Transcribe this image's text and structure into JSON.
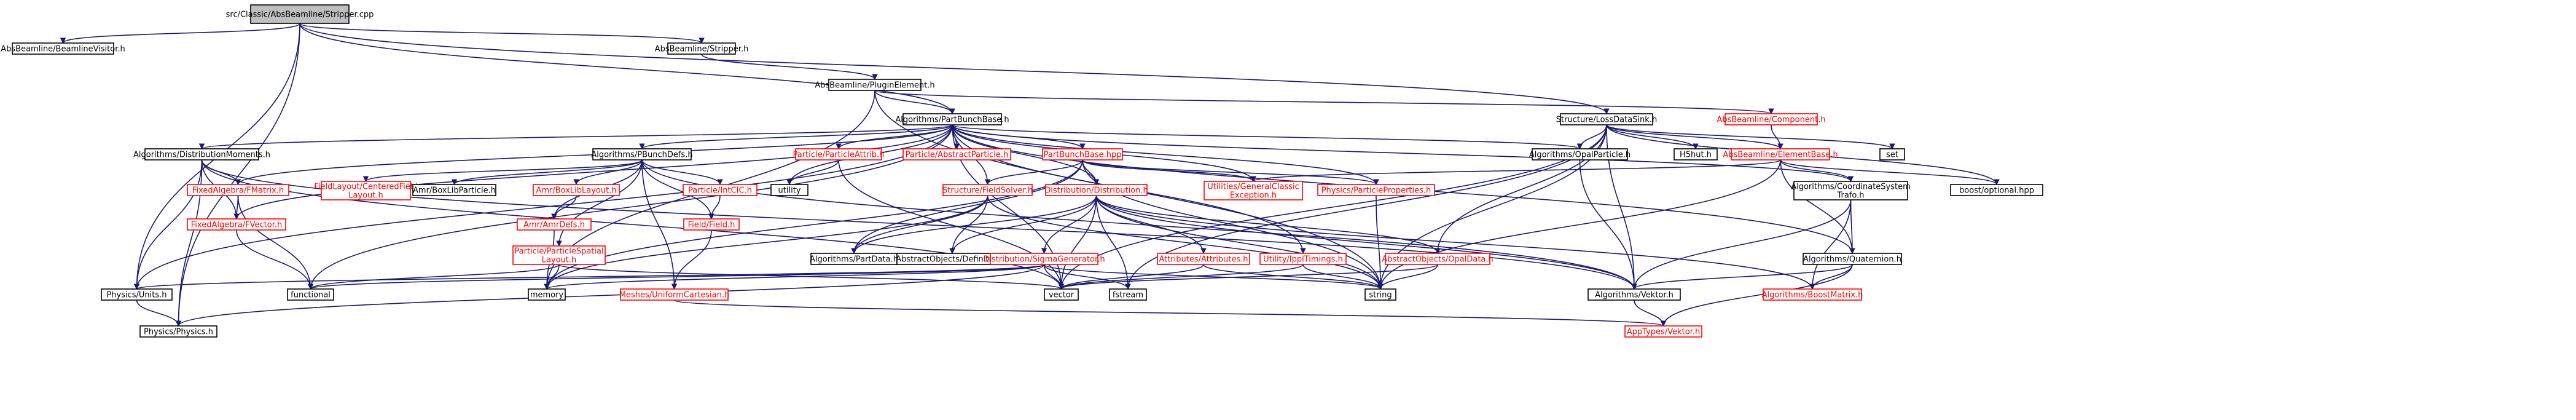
{
  "palette": {
    "edge": "#191970",
    "box_border": "#000000",
    "missing_border": "#ff0000",
    "missing_text": "#ff0000",
    "root_fill": "#bfbfbf",
    "node_fill": "#ffffff",
    "text": "#000000"
  },
  "nodes": {
    "root": "src/Classic/AbsBeamline/Stripper.cpp",
    "bvisitor": "AbsBeamline/BeamlineVisitor.h",
    "stripper_h": "AbsBeamline/Stripper.h",
    "plugin": "AbsBeamline/PluginElement.h",
    "partbunchbase": "Algorithms/PartBunchBase.h",
    "lossdatasink": "Structure/LossDataSink.h",
    "component": "AbsBeamline/Component.h",
    "distmoments": "Algorithms/DistributionMoments.h",
    "pbunchdefs": "Algorithms/PBunchDefs.h",
    "particleattrib": "Particle/ParticleAttrib.h",
    "abstractparticle": "Particle/AbstractParticle.h",
    "partbunchbase_hpp": "PartBunchBase.hpp",
    "opalparticle": "Algorithms/OpalParticle.h",
    "h5hut": "H5hut.h",
    "elementbase": "AbsBeamline/ElementBase.h",
    "set": "set",
    "fmatrix": "FixedAlgebra/FMatrix.h",
    "fieldlayout": "FieldLayout/CenteredField\nLayout.h",
    "amrboxlibparticle": "Amr/BoxLibParticle.h",
    "amrboxliblayout": "Amr/BoxLibLayout.h",
    "particleintcic": "Particle/IntCIC.h",
    "utility": "utility",
    "fieldsolver": "Structure/FieldSolver.h",
    "distribution": "Distribution/Distribution.h",
    "generalexception": "Utilities/GeneralClassic\nException.h",
    "particleproperties": "Physics/ParticleProperties.h",
    "coordsystem": "Algorithms/CoordinateSystem\nTrafo.h",
    "boostoptional": "boost/optional.hpp",
    "fvector": "FixedAlgebra/FVector.h",
    "amrdefs": "Amr/AmrDefs.h",
    "particlespatial": "Particle/ParticleSpatial\nLayout.h",
    "field": "Field/Field.h",
    "partdata": "Algorithms/PartData.h",
    "objdefinition": "AbstractObjects/Definition.h",
    "sigmagenerator": "Distribution/SigmaGenerator.h",
    "attributes": "Attributes/Attributes.h",
    "ipplinfo": "Utility/IpplTimings.h",
    "opaldata": "AbstractObjects/OpalData.h",
    "quaternion": "Algorithms/Quaternion.h",
    "physicsunits": "Physics/Units.h",
    "functional": "functional",
    "memory": "memory",
    "uniformcartesian": "Meshes/UniformCartesian.h",
    "vector": "vector",
    "fstream": "fstream",
    "string": "string",
    "vektor": "Algorithms/Vektor.h",
    "boostmatrix": "Algorithms/BoostMatrix.h",
    "physics": "Physics/Physics.h",
    "apptypesvektor": "AppTypes/Vektor.h"
  },
  "missing_files": [
    "component",
    "particleattrib",
    "abstractparticle",
    "partbunchbase_hpp",
    "elementbase",
    "fmatrix",
    "fieldlayout",
    "amrboxliblayout",
    "particleintcic",
    "fieldsolver",
    "distribution",
    "generalexception",
    "particleproperties",
    "fvector",
    "amrdefs",
    "particlespatial",
    "field",
    "sigmagenerator",
    "attributes",
    "ipplinfo",
    "opaldata",
    "uniformcartesian",
    "boostmatrix",
    "apptypesvektor"
  ],
  "edges": [
    [
      "root",
      "bvisitor"
    ],
    [
      "root",
      "stripper_h"
    ],
    [
      "root",
      "partbunchbase"
    ],
    [
      "root",
      "lossdatasink"
    ],
    [
      "root",
      "physicsunits"
    ],
    [
      "root",
      "physics"
    ],
    [
      "stripper_h",
      "plugin"
    ],
    [
      "plugin",
      "component"
    ],
    [
      "plugin",
      "partbunchbase"
    ],
    [
      "plugin",
      "memory"
    ],
    [
      "plugin",
      "string"
    ],
    [
      "partbunchbase",
      "distmoments"
    ],
    [
      "partbunchbase",
      "pbunchdefs"
    ],
    [
      "partbunchbase",
      "particleattrib"
    ],
    [
      "partbunchbase",
      "abstractparticle"
    ],
    [
      "partbunchbase",
      "partbunchbase_hpp"
    ],
    [
      "partbunchbase",
      "opalparticle"
    ],
    [
      "partbunchbase",
      "utility"
    ],
    [
      "partbunchbase",
      "fieldsolver"
    ],
    [
      "partbunchbase",
      "distribution"
    ],
    [
      "partbunchbase",
      "generalexception"
    ],
    [
      "partbunchbase",
      "particleproperties"
    ],
    [
      "partbunchbase",
      "coordsystem"
    ],
    [
      "partbunchbase",
      "quaternion"
    ],
    [
      "partbunchbase",
      "ipplinfo"
    ],
    [
      "partbunchbase",
      "physicsunits"
    ],
    [
      "partbunchbase",
      "vector"
    ],
    [
      "partbunchbase",
      "fmatrix"
    ],
    [
      "partbunchbase",
      "fvector"
    ],
    [
      "partbunchbase",
      "functional"
    ],
    [
      "lossdatasink",
      "opalparticle"
    ],
    [
      "lossdatasink",
      "h5hut"
    ],
    [
      "lossdatasink",
      "elementbase"
    ],
    [
      "lossdatasink",
      "set"
    ],
    [
      "lossdatasink",
      "boostoptional"
    ],
    [
      "lossdatasink",
      "opaldata"
    ],
    [
      "lossdatasink",
      "vektor"
    ],
    [
      "lossdatasink",
      "string"
    ],
    [
      "lossdatasink",
      "fstream"
    ],
    [
      "lossdatasink",
      "vector"
    ],
    [
      "component",
      "elementbase"
    ],
    [
      "elementbase",
      "generalexception"
    ],
    [
      "elementbase",
      "coordsystem"
    ],
    [
      "elementbase",
      "boostoptional"
    ],
    [
      "elementbase",
      "quaternion"
    ],
    [
      "elementbase",
      "string"
    ],
    [
      "distmoments",
      "fmatrix"
    ],
    [
      "distmoments",
      "fvector"
    ],
    [
      "distmoments",
      "physicsunits"
    ],
    [
      "distmoments",
      "physics"
    ],
    [
      "distmoments",
      "vektor"
    ],
    [
      "distmoments",
      "vector"
    ],
    [
      "fmatrix",
      "fvector"
    ],
    [
      "fmatrix",
      "functional"
    ],
    [
      "fvector",
      "functional"
    ],
    [
      "pbunchdefs",
      "fieldlayout"
    ],
    [
      "pbunchdefs",
      "amrboxlibparticle"
    ],
    [
      "pbunchdefs",
      "amrboxliblayout"
    ],
    [
      "pbunchdefs",
      "particleintcic"
    ],
    [
      "pbunchdefs",
      "field"
    ],
    [
      "pbunchdefs",
      "particlespatial"
    ],
    [
      "pbunchdefs",
      "uniformcartesian"
    ],
    [
      "pbunchdefs",
      "amrdefs"
    ],
    [
      "pbunchdefs",
      "vektor"
    ],
    [
      "amrboxliblayout",
      "amrdefs"
    ],
    [
      "amrdefs",
      "memory"
    ],
    [
      "particleintcic",
      "field"
    ],
    [
      "field",
      "uniformcartesian"
    ],
    [
      "particlespatial",
      "memory"
    ],
    [
      "particlespatial",
      "functional"
    ],
    [
      "particlespatial",
      "vector"
    ],
    [
      "uniformcartesian",
      "apptypesvektor"
    ],
    [
      "particleattrib",
      "utility"
    ],
    [
      "particleattrib",
      "vector"
    ],
    [
      "partbunchbase_hpp",
      "fieldsolver"
    ],
    [
      "partbunchbase_hpp",
      "distribution"
    ],
    [
      "partbunchbase_hpp",
      "generalexception"
    ],
    [
      "partbunchbase_hpp",
      "particleproperties"
    ],
    [
      "partbunchbase_hpp",
      "partdata"
    ],
    [
      "partbunchbase_hpp",
      "string"
    ],
    [
      "partbunchbase_hpp",
      "memory"
    ],
    [
      "fieldsolver",
      "objdefinition"
    ],
    [
      "fieldsolver",
      "partdata"
    ],
    [
      "fieldsolver",
      "memory"
    ],
    [
      "fieldsolver",
      "string"
    ],
    [
      "distribution",
      "sigmagenerator"
    ],
    [
      "distribution",
      "attributes"
    ],
    [
      "distribution",
      "opaldata"
    ],
    [
      "distribution",
      "partdata"
    ],
    [
      "distribution",
      "objdefinition"
    ],
    [
      "distribution",
      "vector"
    ],
    [
      "distribution",
      "fstream"
    ],
    [
      "distribution",
      "string"
    ],
    [
      "distribution",
      "vektor"
    ],
    [
      "distribution",
      "boostmatrix"
    ],
    [
      "sigmagenerator",
      "physicsunits"
    ],
    [
      "sigmagenerator",
      "physics"
    ],
    [
      "sigmagenerator",
      "functional"
    ],
    [
      "sigmagenerator",
      "vector"
    ],
    [
      "sigmagenerator",
      "fstream"
    ],
    [
      "sigmagenerator",
      "string"
    ],
    [
      "sigmagenerator",
      "memory"
    ],
    [
      "attributes",
      "string"
    ],
    [
      "attributes",
      "vector"
    ],
    [
      "ipplinfo",
      "string"
    ],
    [
      "ipplinfo",
      "vector"
    ],
    [
      "opaldata",
      "string"
    ],
    [
      "opaldata",
      "vector"
    ],
    [
      "particleproperties",
      "string"
    ],
    [
      "opalparticle",
      "vektor"
    ],
    [
      "coordsystem",
      "quaternion"
    ],
    [
      "coordsystem",
      "vektor"
    ],
    [
      "coordsystem",
      "boostmatrix"
    ],
    [
      "quaternion",
      "vektor"
    ],
    [
      "quaternion",
      "boostmatrix"
    ],
    [
      "quaternion",
      "apptypesvektor"
    ],
    [
      "vektor",
      "apptypesvektor"
    ],
    [
      "physicsunits",
      "physics"
    ]
  ]
}
